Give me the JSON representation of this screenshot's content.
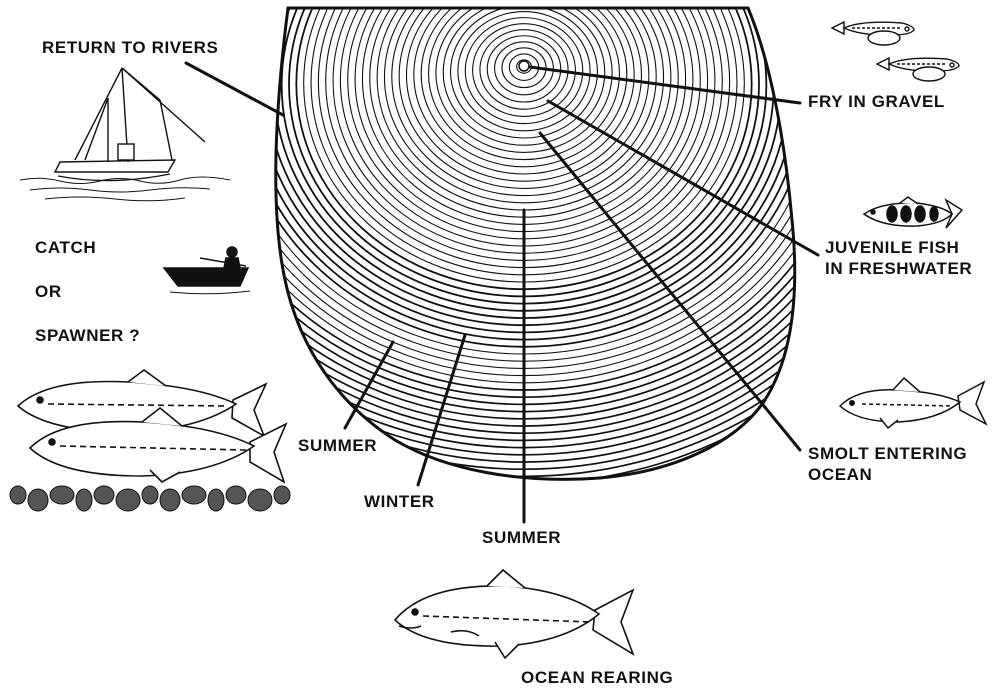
{
  "labels": {
    "return_to_rivers": "RETURN TO RIVERS",
    "fry_in_gravel": "FRY IN GRAVEL",
    "juvenile_line1": "JUVENILE FISH",
    "juvenile_line2": "IN FRESHWATER",
    "catch": "CATCH",
    "or": "OR",
    "spawner": "SPAWNER ?",
    "summer_left": "SUMMER",
    "winter": "WINTER",
    "summer_bottom": "SUMMER",
    "smolt_line1": "SMOLT ENTERING",
    "smolt_line2": "OCEAN",
    "ocean_rearing": "OCEAN REARING"
  },
  "icons": {
    "scale": "fish-scale-icon",
    "boat": "fishing-boat-icon",
    "rowboat": "fisherman-rowboat-icon",
    "fry": "fry-fish-icon",
    "juvenile": "juvenile-fish-icon",
    "smolt": "smolt-fish-icon",
    "spawners": "spawning-salmon-icon",
    "gravel": "gravel-icon",
    "ocean_fish": "ocean-salmon-icon"
  },
  "colors": {
    "ink": "#111111",
    "paper": "#ffffff"
  }
}
